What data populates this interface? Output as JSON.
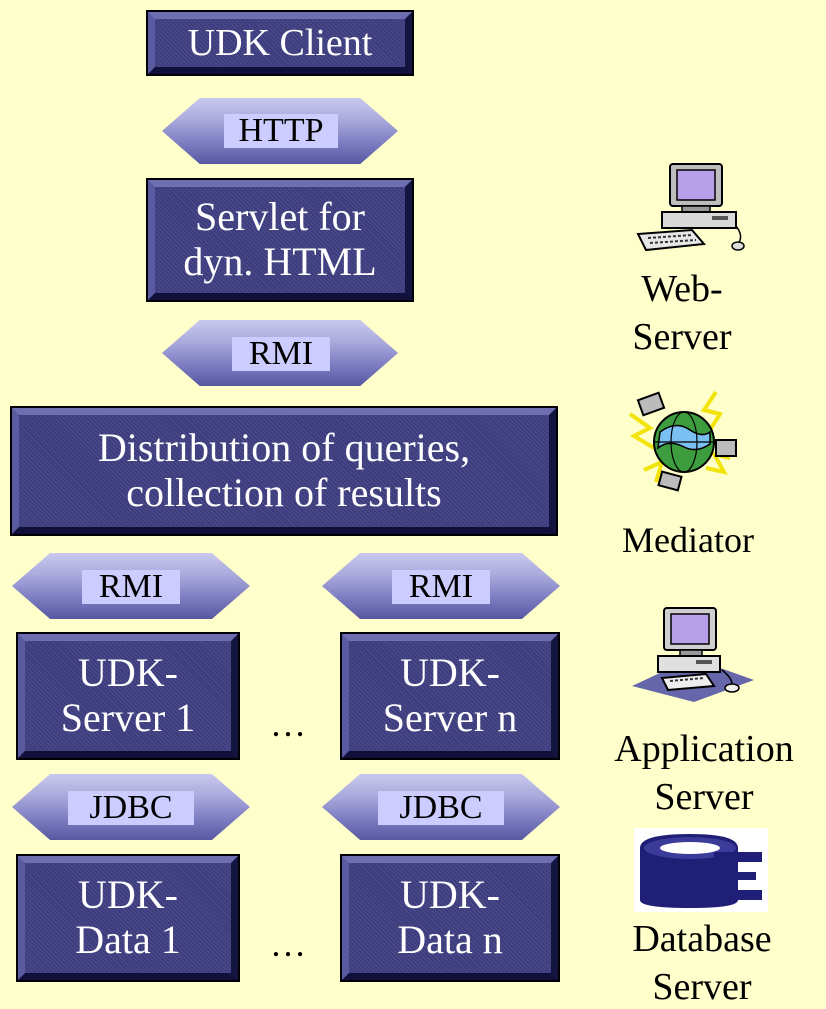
{
  "boxes": {
    "udk_client": "UDK Client",
    "servlet": [
      "Servlet for",
      "dyn. HTML"
    ],
    "mediator": [
      "Distribution of queries,",
      "collection of results"
    ],
    "server1": [
      "UDK-",
      "Server 1"
    ],
    "servern": [
      "UDK-",
      "Server n"
    ],
    "data1": [
      "UDK-",
      "Data 1"
    ],
    "datan": [
      "UDK-",
      "Data n"
    ]
  },
  "protocols": {
    "http": "HTTP",
    "rmi_top": "RMI",
    "rmi_left": "RMI",
    "rmi_right": "RMI",
    "jdbc_left": "JDBC",
    "jdbc_right": "JDBC"
  },
  "ellipsis": "…",
  "tiers": {
    "web_server": [
      "Web-",
      "Server"
    ],
    "mediator": "Mediator",
    "application_server": [
      "Application",
      "Server"
    ],
    "database_server": [
      "Database",
      "Server"
    ]
  },
  "icons": [
    "computer-icon",
    "globe-network-icon",
    "computer-icon",
    "database-icon"
  ],
  "colors": {
    "background": "#ffffcc",
    "box_fill": "#3c3c7e",
    "box_text": "#ffffff",
    "arrow": "#9b9bd6",
    "protocol_label_bg": "#ccccff"
  }
}
